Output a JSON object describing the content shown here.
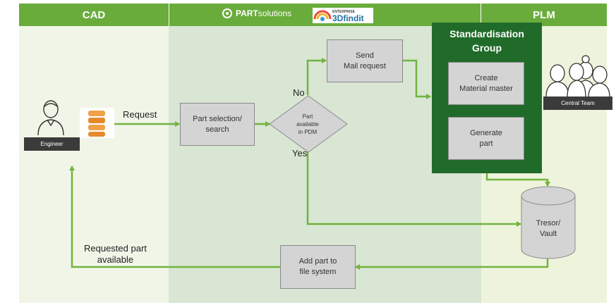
{
  "headers": {
    "cad": "CAD",
    "partsolutions": "solutions",
    "partsolutions_bold": "PART",
    "plm": "PLM",
    "findit_top": "ENTERPRISE",
    "findit_main": "3Dfindit"
  },
  "actors": {
    "engineer": "Engineer",
    "central_team": "Central Team"
  },
  "flow_labels": {
    "request": "Request",
    "no": "No",
    "yes": "Yes",
    "requested_part": "Requested part\navailable"
  },
  "nodes": {
    "part_selection": "Part selection/\nsearch",
    "decision": "Part\navailable\nin PDM",
    "send_mail": "Send\nMail request",
    "std_group_title": "Standardisation\nGroup",
    "create_material": "Create\nMaterial master",
    "generate_part": "Generate\npart",
    "vault": "Tresor/\nVault",
    "add_part": "Add part to\nfile system"
  },
  "colors": {
    "header": "#6aac3c",
    "cad_bg": "#f1f5e8",
    "pdm_bg": "#d8e6d3",
    "plm_bg": "#eef4dc",
    "std_group": "#216b2a",
    "arrow": "#72b33e",
    "box": "#d4d4d4"
  }
}
